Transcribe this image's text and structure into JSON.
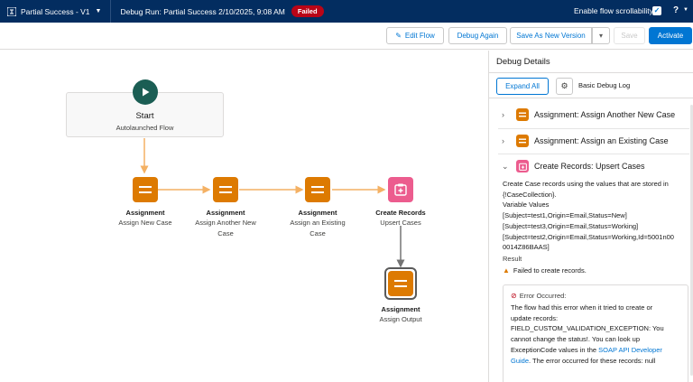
{
  "header": {
    "flow_name": "Partial Success - V1",
    "debug_run": "Debug Run: Partial Success 2/10/2025, 9:08 AM",
    "status": "Failed",
    "scroll_label": "Enable flow scrollability",
    "help": "?"
  },
  "toolbar": {
    "edit_flow": "Edit Flow",
    "debug_again": "Debug Again",
    "save_as_new": "Save As New Version",
    "save": "Save",
    "activate": "Activate"
  },
  "canvas": {
    "start": {
      "title": "Start",
      "subtitle": "Autolaunched Flow"
    },
    "nodes": [
      {
        "type": "Assignment",
        "label_1": "Assign New Case",
        "label_2": ""
      },
      {
        "type": "Assignment",
        "label_1": "Assign Another New",
        "label_2": "Case"
      },
      {
        "type": "Assignment",
        "label_1": "Assign an Existing",
        "label_2": "Case"
      },
      {
        "type": "Create Records",
        "label_1": "Upsert Cases",
        "label_2": ""
      },
      {
        "type": "Assignment",
        "label_1": "Assign Output",
        "label_2": ""
      }
    ]
  },
  "panel": {
    "title": "Debug Details",
    "expand_all": "Expand All",
    "basic_log": "Basic Debug Log",
    "sections": [
      {
        "label": "Assignment: Assign Another New Case"
      },
      {
        "label": "Assignment: Assign an Existing Case"
      },
      {
        "label": "Create Records: Upsert Cases"
      }
    ],
    "body_lines": [
      "Create Case records using the values that are stored in",
      "{!CaseCollection}.",
      "Variable Values",
      "[Subject=test1,Origin=Email,Status=New]",
      "[Subject=test3,Origin=Email,Status=Working]",
      "[Subject=test2,Origin=Email,Status=Working,Id=5001n00",
      "0014Z86BAAS]"
    ],
    "result_label": "Result",
    "result_text": "Failed to create records.",
    "error": {
      "heading": "Error Occurred:",
      "lines": [
        "The flow had this error when it tried to create or",
        "update records:",
        "FIELD_CUSTOM_VALIDATION_EXCEPTION: You",
        "cannot change the status!. You can look up"
      ],
      "line5_pre": "ExceptionCode values in the ",
      "line5_link": "SOAP API Developer",
      "line6_link": "Guide",
      "line6_post": ". The error occurred for these records: null"
    }
  },
  "colors": {
    "header_bg": "#032d60",
    "brand": "#0176d3",
    "assignment": "#dd7a01",
    "create_records": "#ec5c8e",
    "start": "#1b5e54",
    "failed": "#ba0517",
    "connector": "#f4b164"
  }
}
